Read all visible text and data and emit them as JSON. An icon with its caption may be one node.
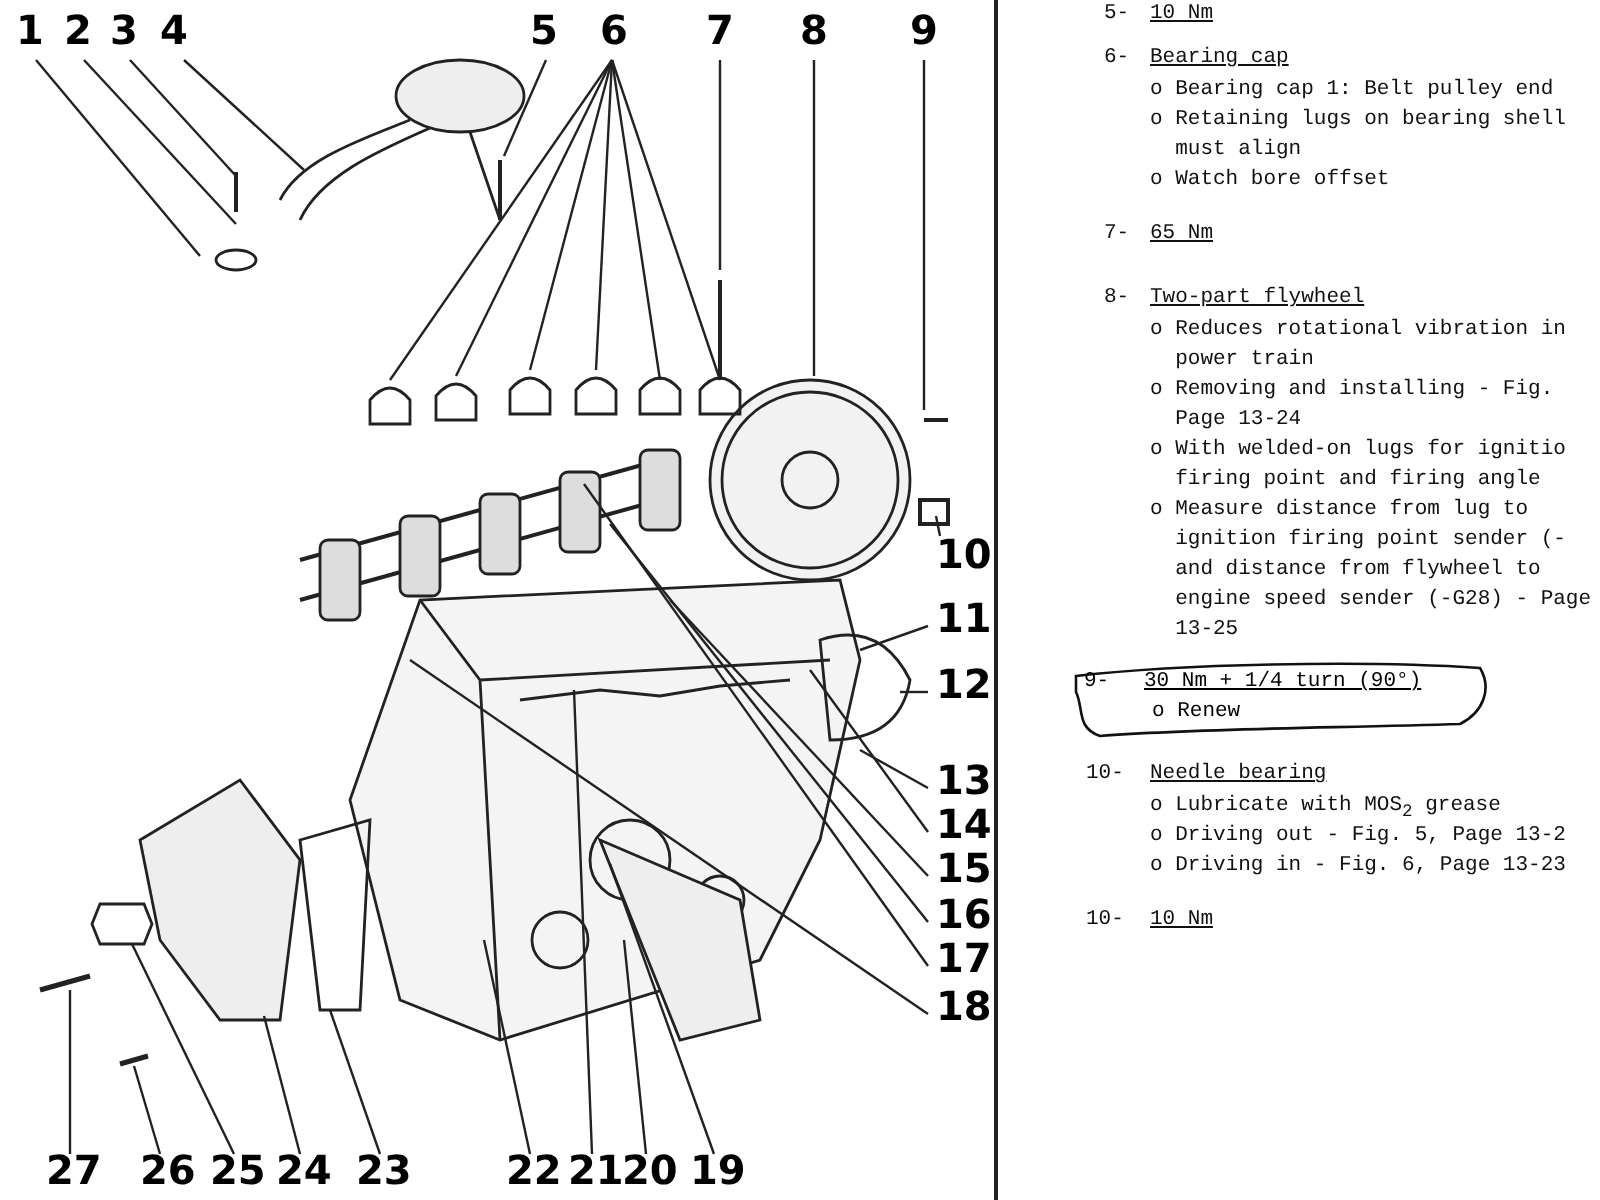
{
  "diagram": {
    "nodes": [
      {
        "text": [
          "1"
        ]
      },
      {
        "text": [
          "2"
        ]
      },
      {
        "text": [
          "3"
        ]
      },
      {
        "text": [
          "4"
        ]
      },
      {
        "text": [
          "5"
        ]
      },
      {
        "text": [
          "6"
        ]
      },
      {
        "text": [
          "7"
        ]
      },
      {
        "text": [
          "8"
        ]
      },
      {
        "text": [
          "9"
        ]
      },
      {
        "text": [
          "10"
        ]
      },
      {
        "text": [
          "11"
        ]
      },
      {
        "text": [
          "12"
        ]
      },
      {
        "text": [
          "13"
        ]
      },
      {
        "text": [
          "14"
        ]
      },
      {
        "text": [
          "15"
        ]
      },
      {
        "text": [
          "16"
        ]
      },
      {
        "text": [
          "17"
        ]
      },
      {
        "text": [
          "18"
        ]
      },
      {
        "text": [
          "19"
        ]
      },
      {
        "text": [
          "20"
        ]
      },
      {
        "text": [
          "21"
        ]
      },
      {
        "text": [
          "22"
        ]
      },
      {
        "text": [
          "23"
        ]
      },
      {
        "text": [
          "24"
        ]
      },
      {
        "text": [
          "25"
        ]
      },
      {
        "text": [
          "26"
        ]
      },
      {
        "text": [
          "27"
        ]
      },
      {
        "text": [
          "9-",
          "30 Nm + 1/4 turn (90°)",
          "o Renew"
        ]
      }
    ],
    "edges": [
      {
        "from": 0,
        "to": null,
        "arrow": "none"
      },
      {
        "from": 1,
        "to": null,
        "arrow": "none"
      },
      {
        "from": 2,
        "to": null,
        "arrow": "none"
      },
      {
        "from": 3,
        "to": null,
        "arrow": "none"
      },
      {
        "from": 4,
        "to": null,
        "arrow": "none"
      },
      {
        "from": 5,
        "to": null,
        "arrow": "none"
      },
      {
        "from": 5,
        "to": null,
        "arrow": "none"
      },
      {
        "from": 5,
        "to": null,
        "arrow": "none"
      },
      {
        "from": 5,
        "to": null,
        "arrow": "none"
      },
      {
        "from": 5,
        "to": null,
        "arrow": "none"
      },
      {
        "from": 5,
        "to": null,
        "arrow": "none"
      },
      {
        "from": 6,
        "to": null,
        "arrow": "none"
      },
      {
        "from": 7,
        "to": null,
        "arrow": "none"
      },
      {
        "from": 8,
        "to": null,
        "arrow": "none"
      },
      {
        "from": 9,
        "to": null,
        "arrow": "none"
      },
      {
        "from": 10,
        "to": null,
        "arrow": "none"
      },
      {
        "from": 11,
        "to": null,
        "arrow": "none"
      },
      {
        "from": 12,
        "to": null,
        "arrow": "none"
      },
      {
        "from": 13,
        "to": null,
        "arrow": "none"
      },
      {
        "from": 14,
        "to": null,
        "arrow": "none"
      },
      {
        "from": 15,
        "to": null,
        "arrow": "none"
      },
      {
        "from": 16,
        "to": null,
        "arrow": "none"
      },
      {
        "from": 17,
        "to": null,
        "arrow": "none"
      },
      {
        "from": 18,
        "to": null,
        "arrow": "none"
      },
      {
        "from": 19,
        "to": null,
        "arrow": "none"
      },
      {
        "from": 20,
        "to": null,
        "arrow": "none"
      },
      {
        "from": 21,
        "to": null,
        "arrow": "none"
      },
      {
        "from": 22,
        "to": null,
        "arrow": "none"
      },
      {
        "from": 23,
        "to": null,
        "arrow": "none"
      },
      {
        "from": 24,
        "to": null,
        "arrow": "none"
      },
      {
        "from": 25,
        "to": null,
        "arrow": "none"
      },
      {
        "from": 26,
        "to": null,
        "arrow": "none"
      }
    ],
    "labels": [
      "5-",
      "10 Nm",
      "6-",
      "Bearing cap",
      "o Bearing cap 1: Belt pulley end",
      "o Retaining lugs on bearing shell must align",
      "o Watch bore offset",
      "7-",
      "65 Nm",
      "8-",
      "Two-part flywheel",
      "o Reduces rotational vibration in power train",
      "o Removing and installing - Fig. Page 13-24",
      "o With welded-on lugs for ignitio firing point and firing angle",
      "o Measure distance from lug to ignition firing point sender (- and distance from flywheel to engine speed sender (-G28) - Page 13-25",
      "10-",
      "Needle bearing",
      "o Lubricate with MOS$_{2}$ grease",
      "o Driving out - Fig. 5, Page 13-2",
      "o Driving in - Fig. 6, Page 13-23",
      "10-",
      "10 Nm"
    ]
  }
}
